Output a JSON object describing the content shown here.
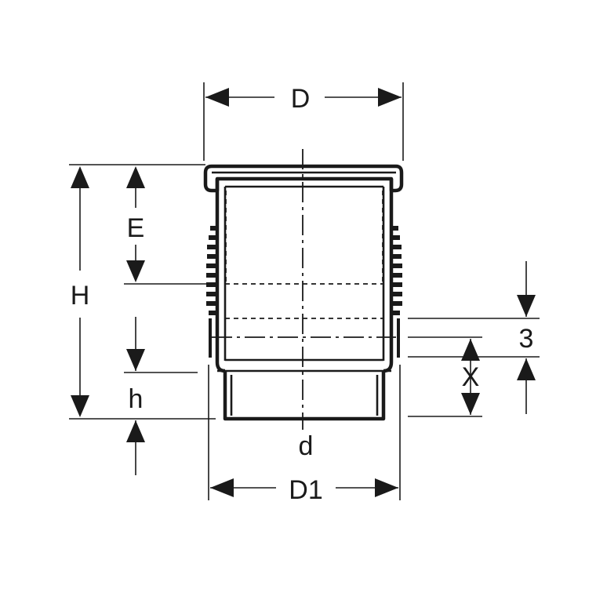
{
  "dimension_labels": {
    "D": "D",
    "E": "E",
    "H": "H",
    "h": "h",
    "d": "d",
    "D1": "D1",
    "three": "3",
    "X": "X"
  },
  "colors": {
    "line": "#1a1a1a",
    "background": "#ffffff"
  }
}
